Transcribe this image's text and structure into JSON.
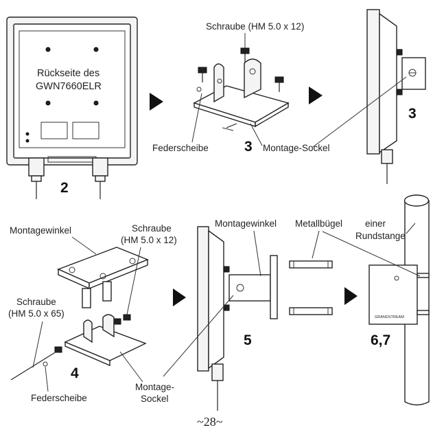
{
  "labels": {
    "back_line1": "Rückseite des",
    "back_line2": "GWN7660ELR",
    "screw_top": "Schraube (HM 5.0 x 12)",
    "spring_washer_top": "Federscheibe",
    "mount_base_top": "Montage-Sockel",
    "mount_bracket_left": "Montagewinkel",
    "screw_mid_line1": "Schraube",
    "screw_mid_line2": "(HM 5.0 x 12)",
    "screw_long_line1": "Schraube",
    "screw_long_line2": "(HM 5.0 x 65)",
    "spring_washer_bottom": "Federscheibe",
    "mount_base_bottom_line1": "Montage-",
    "mount_base_bottom_line2": "Sockel",
    "mount_bracket_mid": "Montagewinkel",
    "metal_clamp": "Metallbügel",
    "pole_line1": "einer",
    "pole_line2": "Rundstange",
    "device_brand": "GRANDSTREAM"
  },
  "steps": {
    "s2": "2",
    "s3a": "3",
    "s3b": "3",
    "s4": "4",
    "s5": "5",
    "s67": "6,7"
  },
  "page_number": "~28~",
  "colors": {
    "ink": "#222222",
    "background": "#ffffff"
  }
}
